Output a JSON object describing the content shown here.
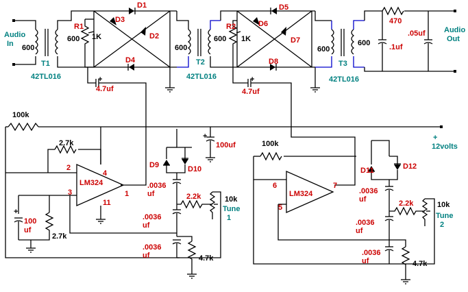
{
  "labels": {
    "audio_in_1": "Audio",
    "audio_in_2": "In",
    "audio_out_1": "Audio",
    "audio_out_2": "Out",
    "t1": "T1",
    "t2": "T2",
    "t3": "T3",
    "t_part1": "42TL016",
    "t_part2": "42TL016",
    "t_part3": "42TL016",
    "t1_l": "600",
    "t1_r": "600",
    "t2_l": "600",
    "t2_r": "600",
    "t3_l": "600",
    "t3_r": "600",
    "r1": "R1",
    "r1_val": "1K",
    "r2": "R2",
    "r2_val": "1K",
    "d1": "D1",
    "d2": "D2",
    "d3": "D3",
    "d4": "D4",
    "d5": "D5",
    "d6": "D6",
    "d7": "D7",
    "d8": "D8",
    "d9": "D9",
    "d10": "D10",
    "d11": "D11",
    "d12": "D12",
    "c_47_1": "4.7uf",
    "c_47_2": "4.7uf",
    "r_470": "470",
    "c_1uf": ".1uf",
    "c_05uf": ".05uf",
    "r_100k_1": "100k",
    "r_100k_2": "100k",
    "c_100uf_top": "100uf",
    "supply_plus": "+",
    "supply": "12volts",
    "r_27k_1": "2.7k",
    "r_27k_2": "2.7k",
    "opamp1": "LM324",
    "opamp2": "LM324",
    "pin2": "2",
    "pin3": "3",
    "pin4": "4",
    "pin11": "11",
    "pin1": "1",
    "pin6": "6",
    "pin5": "5",
    "pin7": "7",
    "c100_a": "100",
    "c100_b": "uf",
    "c0036_a1": ".0036",
    "c0036_b1": "uf",
    "c0036_a2": ".0036",
    "c0036_b2": "uf",
    "c0036_a3": ".0036",
    "c0036_b3": "uf",
    "c0036_a4": ".0036",
    "c0036_b4": "uf",
    "c0036_a5": ".0036",
    "c0036_b5": "uf",
    "c0036_a6": ".0036",
    "c0036_b6": "uf",
    "r_22k_1": "2.2k",
    "r_22k_2": "2.2k",
    "r_10k_1": "10k",
    "r_10k_2": "10k",
    "tune1_a": "Tune",
    "tune1_b": "1",
    "tune2_a": "Tune",
    "tune2_b": "2",
    "r_47k_1": "4.7k",
    "r_47k_2": "4.7k"
  }
}
